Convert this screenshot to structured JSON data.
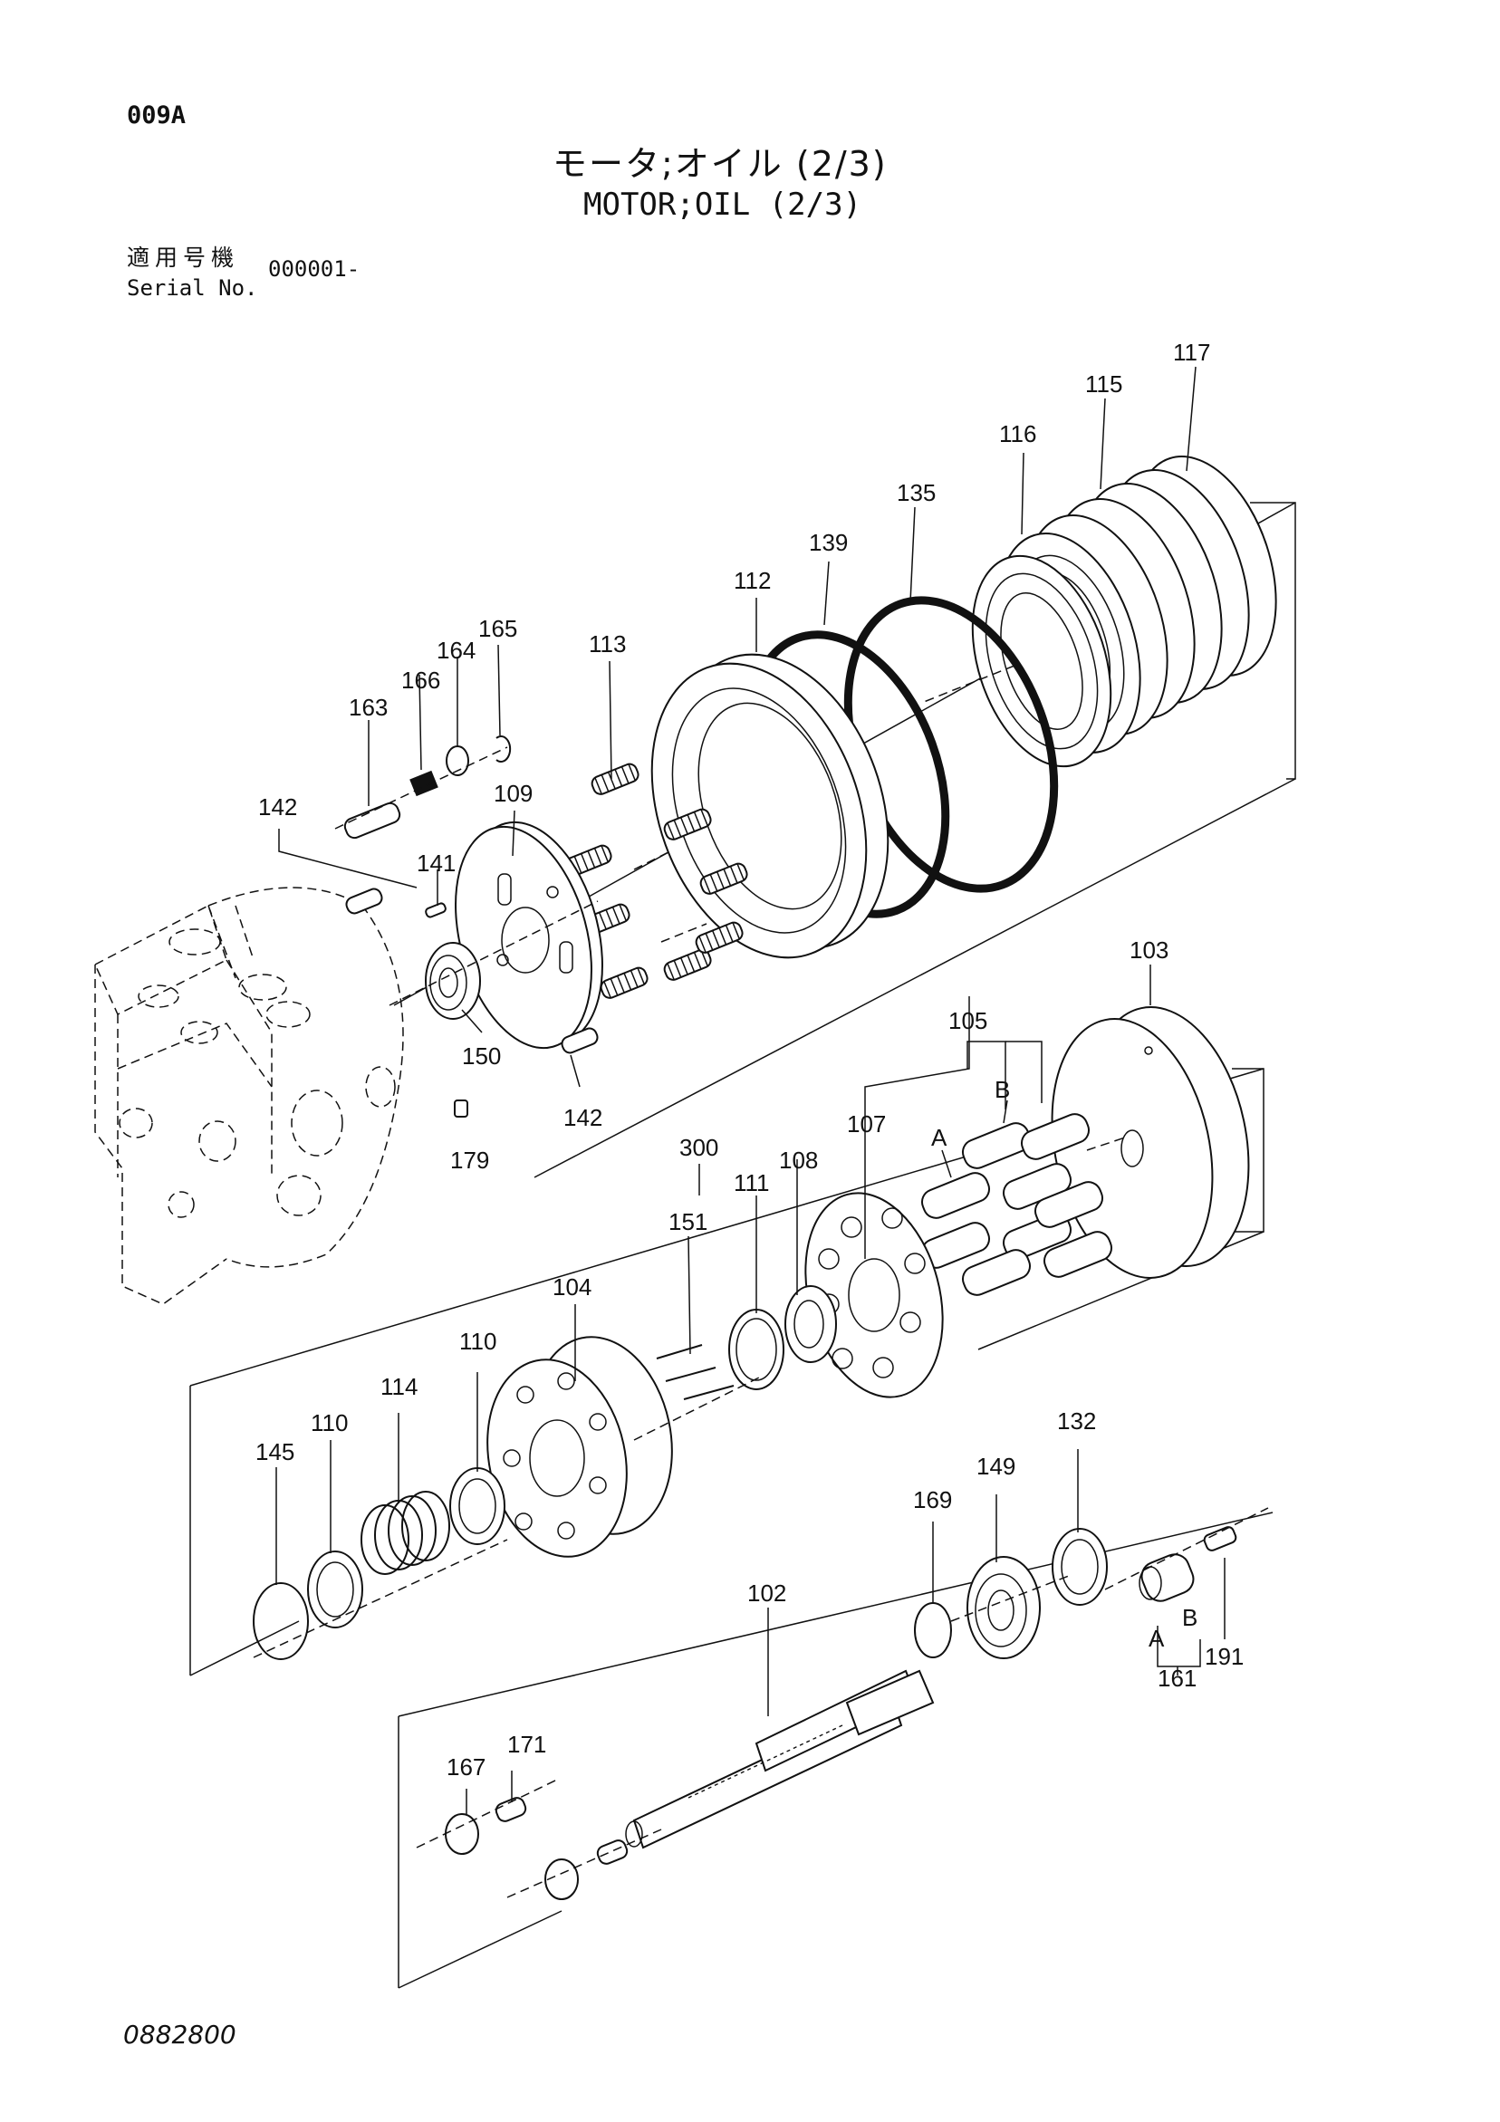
{
  "header": {
    "page_code": "009A",
    "title_jp": "モータ;オイル (2/3)",
    "title_en": "MOTOR;OIL (2/3)",
    "serial_label_jp": "適用号機",
    "serial_label_en": "Serial No.",
    "serial_value": "000001-"
  },
  "footer": {
    "doc_number": "0882800"
  },
  "callouts": {
    "c117": "117",
    "c115": "115",
    "c116": "116",
    "c135": "135",
    "c139": "139",
    "c112": "112",
    "c165": "165",
    "c164": "164",
    "c166": "166",
    "c163": "163",
    "c113": "113",
    "c109": "109",
    "c142a": "142",
    "c141": "141",
    "c150": "150",
    "c142b": "142",
    "c179": "179",
    "c103": "103",
    "c105": "105",
    "c105A": "A",
    "c105B": "B",
    "c107": "107",
    "c300": "300",
    "c111": "111",
    "c108": "108",
    "c151": "151",
    "c104": "104",
    "c110a": "110",
    "c114": "114",
    "c110b": "110",
    "c145": "145",
    "c132": "132",
    "c149": "149",
    "c169": "169",
    "c102": "102",
    "c161A": "A",
    "c161B": "B",
    "c161": "161",
    "c191": "191",
    "c171": "171",
    "c167": "167"
  }
}
